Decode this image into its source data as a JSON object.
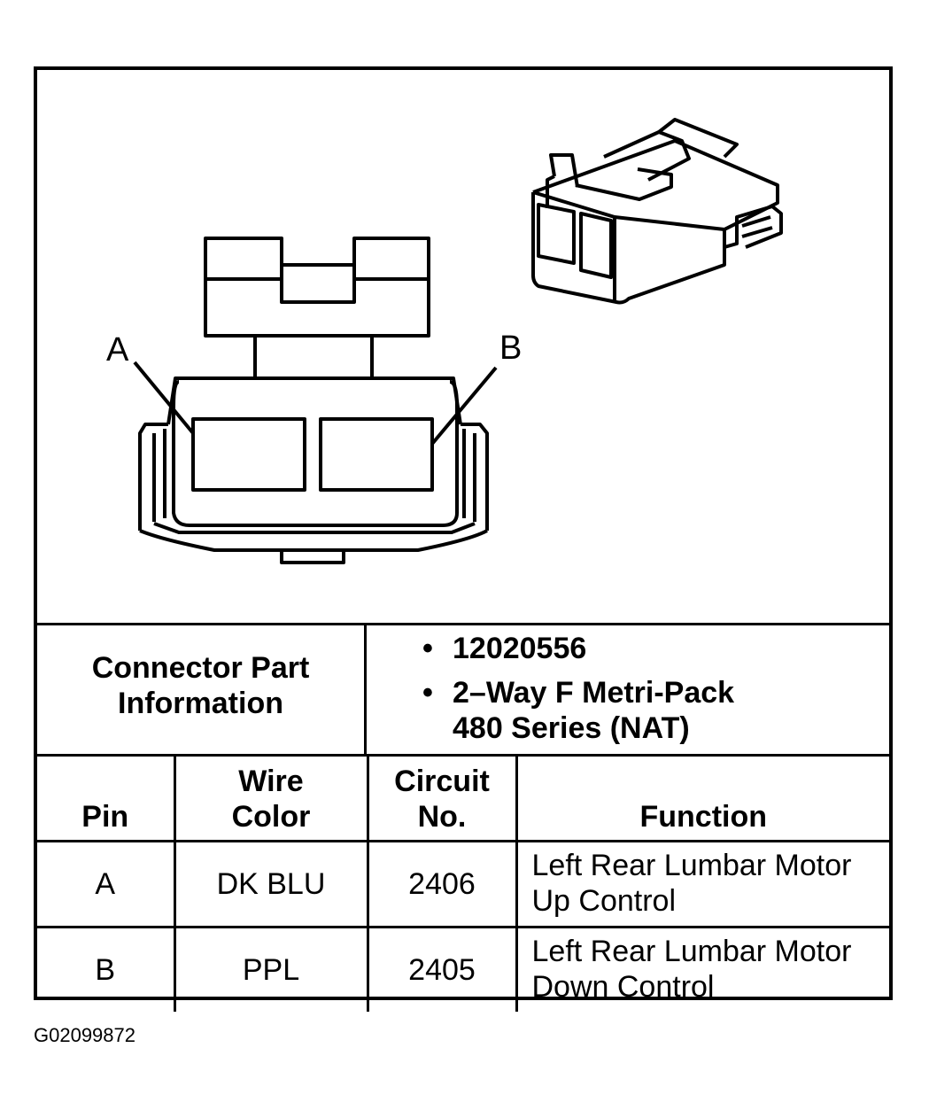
{
  "diagram": {
    "pin_a_label": "A",
    "pin_b_label": "B"
  },
  "connector_info": {
    "label_line1": "Connector Part",
    "label_line2": "Information",
    "items": [
      {
        "line1": "12020556",
        "line2": ""
      },
      {
        "line1": "2–Way F Metri-Pack",
        "line2": "480 Series (NAT)"
      }
    ]
  },
  "table": {
    "headers": {
      "pin": "Pin",
      "wire_color_line1": "Wire",
      "wire_color_line2": "Color",
      "circuit_line1": "Circuit",
      "circuit_line2": "No.",
      "function": "Function"
    },
    "rows": [
      {
        "pin": "A",
        "wire_color": "DK BLU",
        "circuit": "2406",
        "function_line1": "Left Rear Lumbar Motor",
        "function_line2": "Up Control"
      },
      {
        "pin": "B",
        "wire_color": "PPL",
        "circuit": "2405",
        "function_line1": "Left Rear Lumbar Motor",
        "function_line2": "Down Control"
      }
    ]
  },
  "footer": {
    "code": "G02099872"
  }
}
